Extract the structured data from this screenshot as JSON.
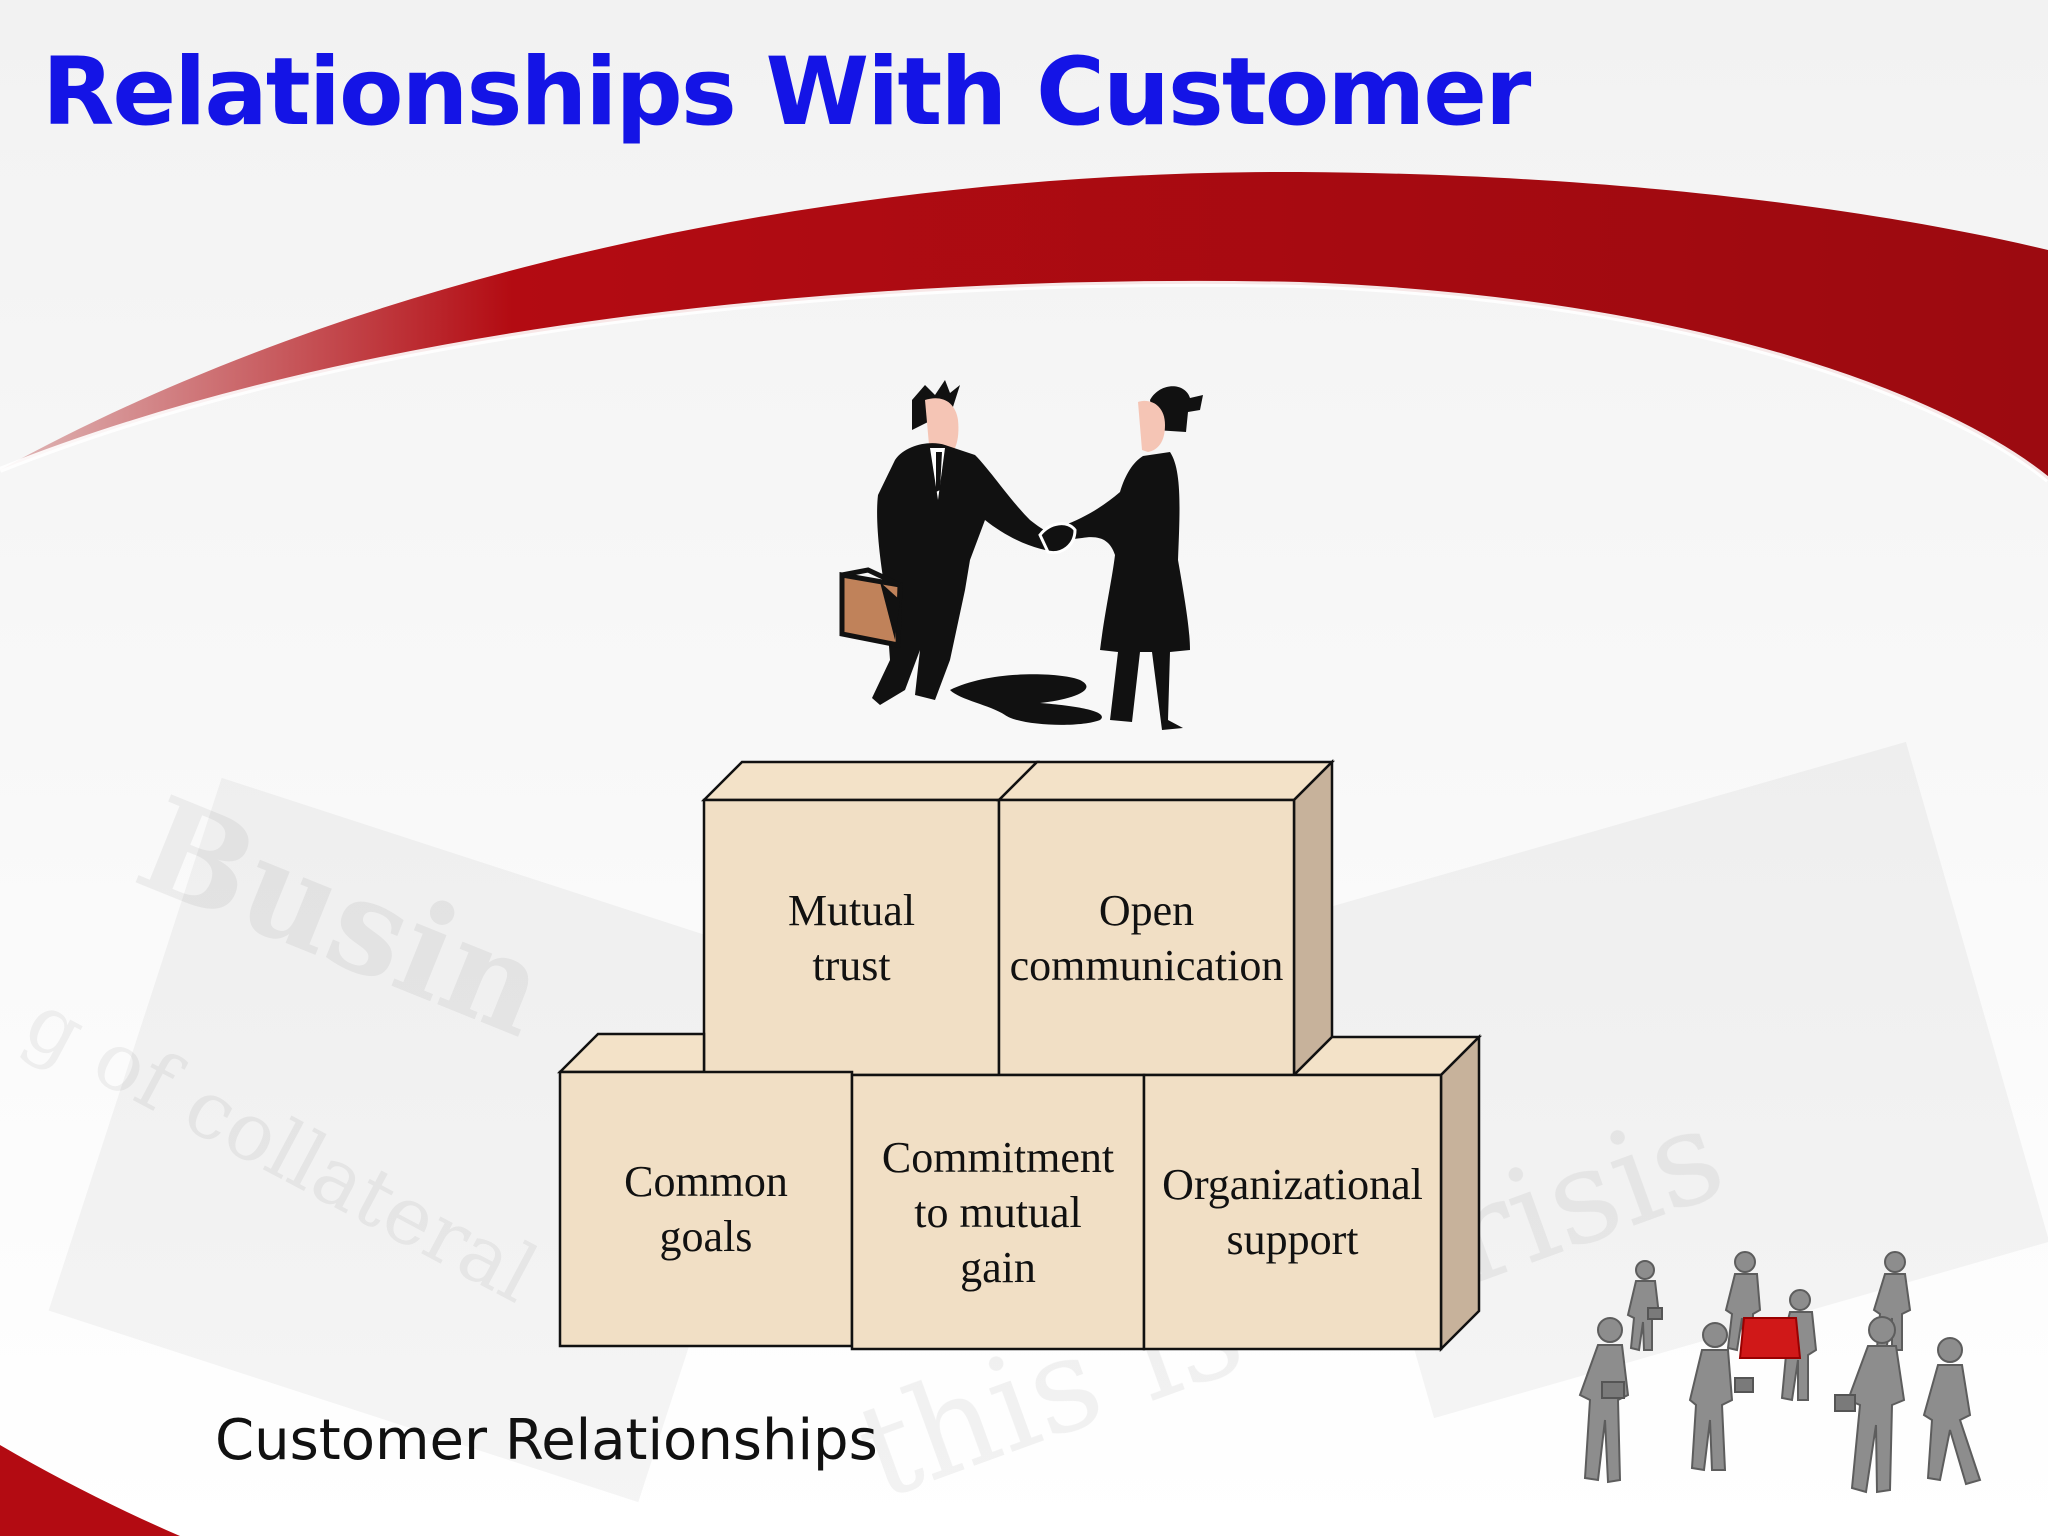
{
  "slide": {
    "title": "Relationships With Customer",
    "caption": "Customer Relationships"
  },
  "colors": {
    "title": "#1414e6",
    "swoosh": "#b30b12",
    "block_front": "#f1dfc5",
    "block_top": "#f3e2c8",
    "block_side": "#c7b29b"
  },
  "icons": [
    "handshake-people-icon",
    "briefcase-icon",
    "business-team-icon"
  ],
  "diagram": {
    "top_row": [
      {
        "label": "Mutual\ntrust"
      },
      {
        "label": "Open\ncommunication"
      }
    ],
    "bottom_row": [
      {
        "label": "Common\ngoals"
      },
      {
        "label": "Commitment\nto mutual\ngain"
      },
      {
        "label": "Organizational\nsupport"
      }
    ]
  }
}
